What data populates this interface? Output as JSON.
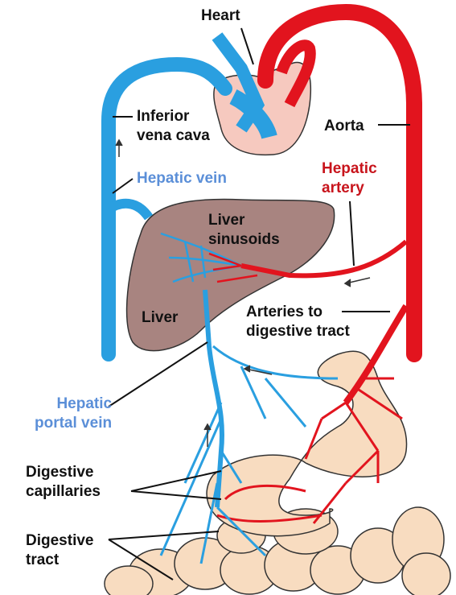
{
  "labels": {
    "heart": "Heart",
    "inferior_vena_cava": [
      "Inferior",
      "vena cava"
    ],
    "aorta": "Aorta",
    "hepatic_vein": "Hepatic vein",
    "hepatic_artery": [
      "Hepatic",
      "artery"
    ],
    "liver_sinusoids": [
      "Liver",
      "sinusoids"
    ],
    "liver": "Liver",
    "arteries_to_digestive_tract": [
      "Arteries to",
      "digestive tract"
    ],
    "hepatic_portal_vein": [
      "Hepatic",
      "portal vein"
    ],
    "digestive_capillaries": [
      "Digestive",
      "capillaries"
    ],
    "digestive_tract": [
      "Digestive",
      "tract"
    ]
  },
  "colors": {
    "vein_blue": "#2a9fe0",
    "artery_red": "#e2141e",
    "liver_brown": "#a88480",
    "tract_beige": "#f8dcc0",
    "heart_pink": "#f6c9bf",
    "blue_label": "#5b8fd8",
    "red_label": "#c8141c"
  }
}
